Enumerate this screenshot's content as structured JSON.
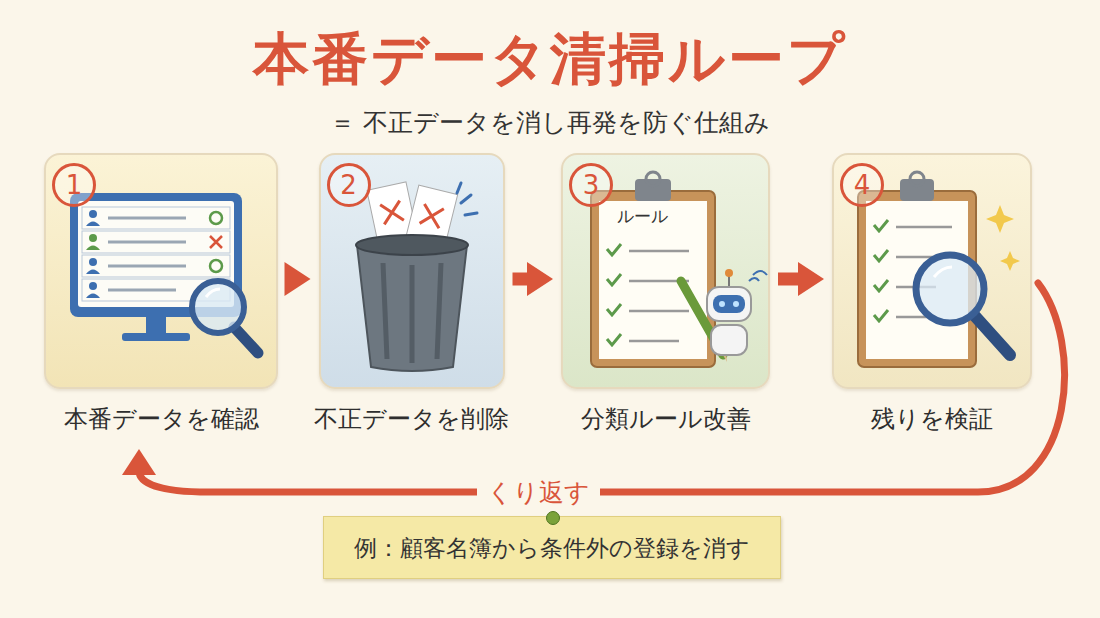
{
  "diagram": {
    "title": "本番データ清掃ループ",
    "nodes": [
      {
        "text": [
          "1",
          "本番データを確認"
        ]
      },
      {
        "text": [
          "2",
          "不正データを削除"
        ]
      },
      {
        "text": [
          "3",
          "分類ルール改善"
        ]
      },
      {
        "text": [
          "4",
          "残りを検証"
        ]
      },
      {
        "text": [
          "例：顧客名簿から条件外の登録を消す"
        ]
      }
    ],
    "edges": [
      {
        "from": 0,
        "to": 1,
        "arrow": "to"
      },
      {
        "from": 1,
        "to": 2,
        "arrow": "to"
      },
      {
        "from": 2,
        "to": 3,
        "arrow": "to"
      },
      {
        "from": 3,
        "to": 0,
        "label": "くり返す",
        "arrow": "to"
      }
    ],
    "labels": [
      "＝ 不正データを消し再発を防ぐ仕組み",
      "ルール"
    ]
  }
}
